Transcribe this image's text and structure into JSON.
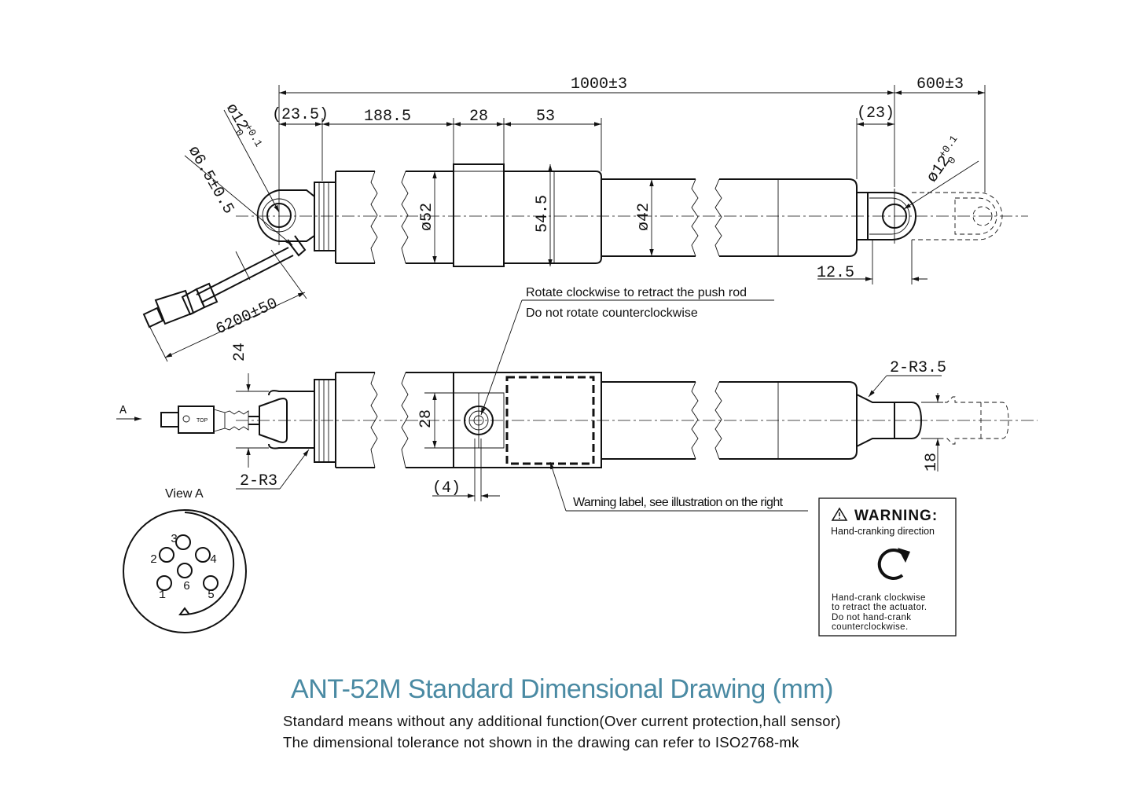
{
  "dimensions": {
    "overall_length": "1000±3",
    "stroke": "600±3",
    "rear_clevis_offset": "(23.5)",
    "segment_a": "188.5",
    "segment_b": "28",
    "segment_c": "53",
    "front_clevis_offset": "(23)",
    "rear_hole": "ø12",
    "rear_hole_tol": "+0.1",
    "rear_hole_tol_lower": "0",
    "front_hole": "ø12",
    "front_hole_tol": "+0.1",
    "front_hole_tol_lower": "0",
    "cable_dia": "ø6.5±0.5",
    "cable_length": "6200±50",
    "body_dia": "ø52",
    "gearbox_height": "54.5",
    "tube_dia": "ø42",
    "rod_end": "12.5",
    "cable_boss": "24",
    "crank_width": "28",
    "crank_offset": "(4)",
    "rear_radius": "2-R3",
    "front_radius": "2-R3.5",
    "rod_width": "18"
  },
  "view_label": "A",
  "notes": {
    "rotate_clockwise": "Rotate clockwise to retract the push rod",
    "no_counterclockwise": "Do not rotate counterclockwise",
    "warning_label_ref": "Warning label, see illustration on the right"
  },
  "view_a": {
    "title": "View A",
    "pins": [
      "1",
      "2",
      "3",
      "4",
      "5",
      "6"
    ]
  },
  "connector_mark": "TOP",
  "warning": {
    "heading": "WARNING:",
    "subtitle": "Hand-cranking direction",
    "line1": "Hand-crank clockwise",
    "line2": "to retract the actuator.",
    "line3": "Do not hand-crank",
    "line4": "counterclockwise."
  },
  "footer": {
    "title": "ANT-52M Standard Dimensional Drawing (mm)",
    "line1": "Standard means without any additional function(Over current protection,hall sensor)",
    "line2": "The dimensional tolerance not shown in the drawing can refer to ISO2768-mk"
  },
  "colors": {
    "title": "#4a8aa3",
    "line": "#111111"
  }
}
